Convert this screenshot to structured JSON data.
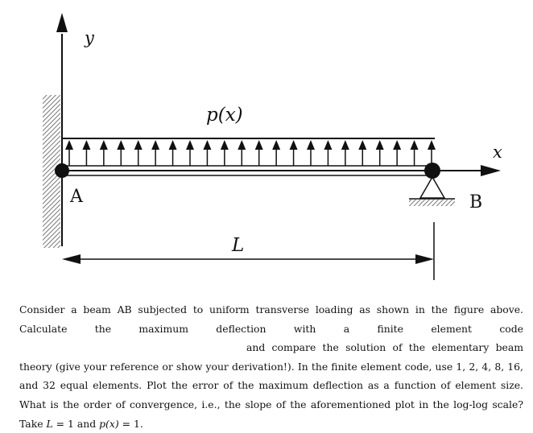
{
  "figure": {
    "labels": {
      "y_axis": "y",
      "x_axis": "x",
      "load": "p(x)",
      "point_a": "A",
      "point_b": "B",
      "length": "L"
    }
  },
  "problem": {
    "s1": "Consider a beam AB subjected to uniform transverse loading as shown in the figure above. Calculate the maximum deflection with a finite element code",
    "s2": "and compare the solution of the elementary beam theory (give your reference or show your derivation!). In the finite element code, use 1, 2, 4, 8, 16, and 32 equal elements. Plot the error of the maximum deflection as a function of element size. What is the order of convergence, i.e., the slope of the aforementioned plot in the log-log scale? Take",
    "cond1_lhs": "L",
    "cond1_rhs": "= 1",
    "and_word": "and",
    "cond2_lhs": "p(x)",
    "cond2_rhs": "= 1."
  },
  "colors": {
    "ink": "#111111",
    "hatch": "#777777",
    "background": "#ffffff"
  }
}
